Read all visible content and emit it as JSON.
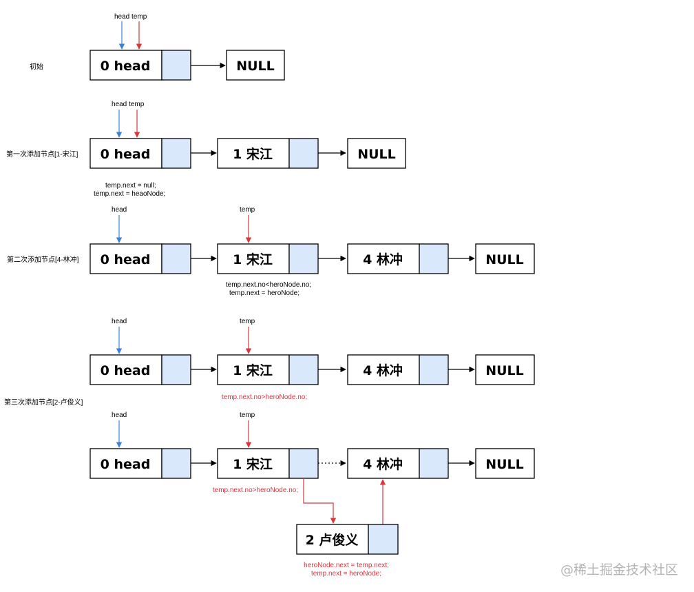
{
  "colors": {
    "box_stroke": "#000000",
    "pointer_cell_fill": "#dae8fc",
    "head_arrow": "#3b82d6",
    "temp_arrow": "#d9363e",
    "red_text": "#d9363e",
    "watermark": "#b3b3b3"
  },
  "nodes": {
    "head": "0 head",
    "null": "NULL",
    "songjiang": "1 宋江",
    "linchong": "4 林冲",
    "lujunyi": "2 卢俊义"
  },
  "pointers": {
    "head": "head",
    "temp": "temp",
    "head_temp": "head temp"
  },
  "row_labels": {
    "initial": "初始",
    "first_add": "第一次添加节点[1-宋江]",
    "second_add": "第二次添加节点[4-林冲]",
    "third_add": "第三次添加节点[2-卢俊义]"
  },
  "code": {
    "first_line1": "temp.next = null;",
    "first_line2": "temp.next  = heaoNode;",
    "second_line1": "temp.next.no<heroNode.no;",
    "second_line2": "temp.next = heroNode;",
    "third_a": "temp.next.no>heroNode.no;",
    "third_b": "temp.next.no>heroNode.no;",
    "insert_line1": "heroNode.next = temp.next;",
    "insert_line2": "temp.next = heroNode;"
  },
  "watermark": "@稀土掘金技术社区"
}
